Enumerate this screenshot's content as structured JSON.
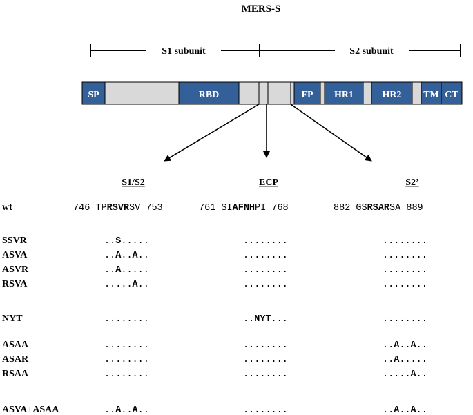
{
  "title": "MERS-S",
  "subunits": {
    "s1": "S1 subunit",
    "s2": "S2 subunit"
  },
  "colors": {
    "domain_fill": "#34609a",
    "filler_fill": "#d9d9d9",
    "outline": "#000000",
    "domain_text": "#ffffff"
  },
  "domains": [
    {
      "label": "SP"
    },
    {
      "label": "RBD"
    },
    {
      "label": "FP"
    },
    {
      "label": "HR1"
    },
    {
      "label": "HR2"
    },
    {
      "label": "TM"
    },
    {
      "label": "CT"
    }
  ],
  "sites": [
    {
      "label": "S1/S2",
      "start": "746",
      "end": "753"
    },
    {
      "label": "ECP",
      "start": "761",
      "end": "768"
    },
    {
      "label": "S2’",
      "start": "882",
      "end": "889"
    }
  ],
  "wt": {
    "label": "wt",
    "s1s2": [
      "TP",
      "RSVR",
      "SV"
    ],
    "ecp": [
      "SI",
      "AFNH",
      "PI"
    ],
    "s2p": [
      "GS",
      "RSAR",
      "SA"
    ]
  },
  "mutants": [
    {
      "label": "SSVR",
      "s1s2": "..S.....",
      "ecp": "........",
      "s2p": "........"
    },
    {
      "label": "ASVA",
      "s1s2": "..A..A..",
      "ecp": "........",
      "s2p": "........"
    },
    {
      "label": "ASVR",
      "s1s2": "..A.....",
      "ecp": "........",
      "s2p": "........"
    },
    {
      "label": "RSVA",
      "s1s2": ".....A..",
      "ecp": "........",
      "s2p": "........"
    },
    {
      "label": "NYT",
      "s1s2": "........",
      "ecp": "..NYT...",
      "s2p": "........"
    },
    {
      "label": "ASAA",
      "s1s2": "........",
      "ecp": "........",
      "s2p": "..A..A.."
    },
    {
      "label": "ASAR",
      "s1s2": "........",
      "ecp": "........",
      "s2p": "..A....."
    },
    {
      "label": "RSAA",
      "s1s2": "........",
      "ecp": "........",
      "s2p": ".....A.."
    },
    {
      "label": "ASVA+ASAA",
      "s1s2": "..A..A..",
      "ecp": "........",
      "s2p": "..A..A.."
    }
  ]
}
